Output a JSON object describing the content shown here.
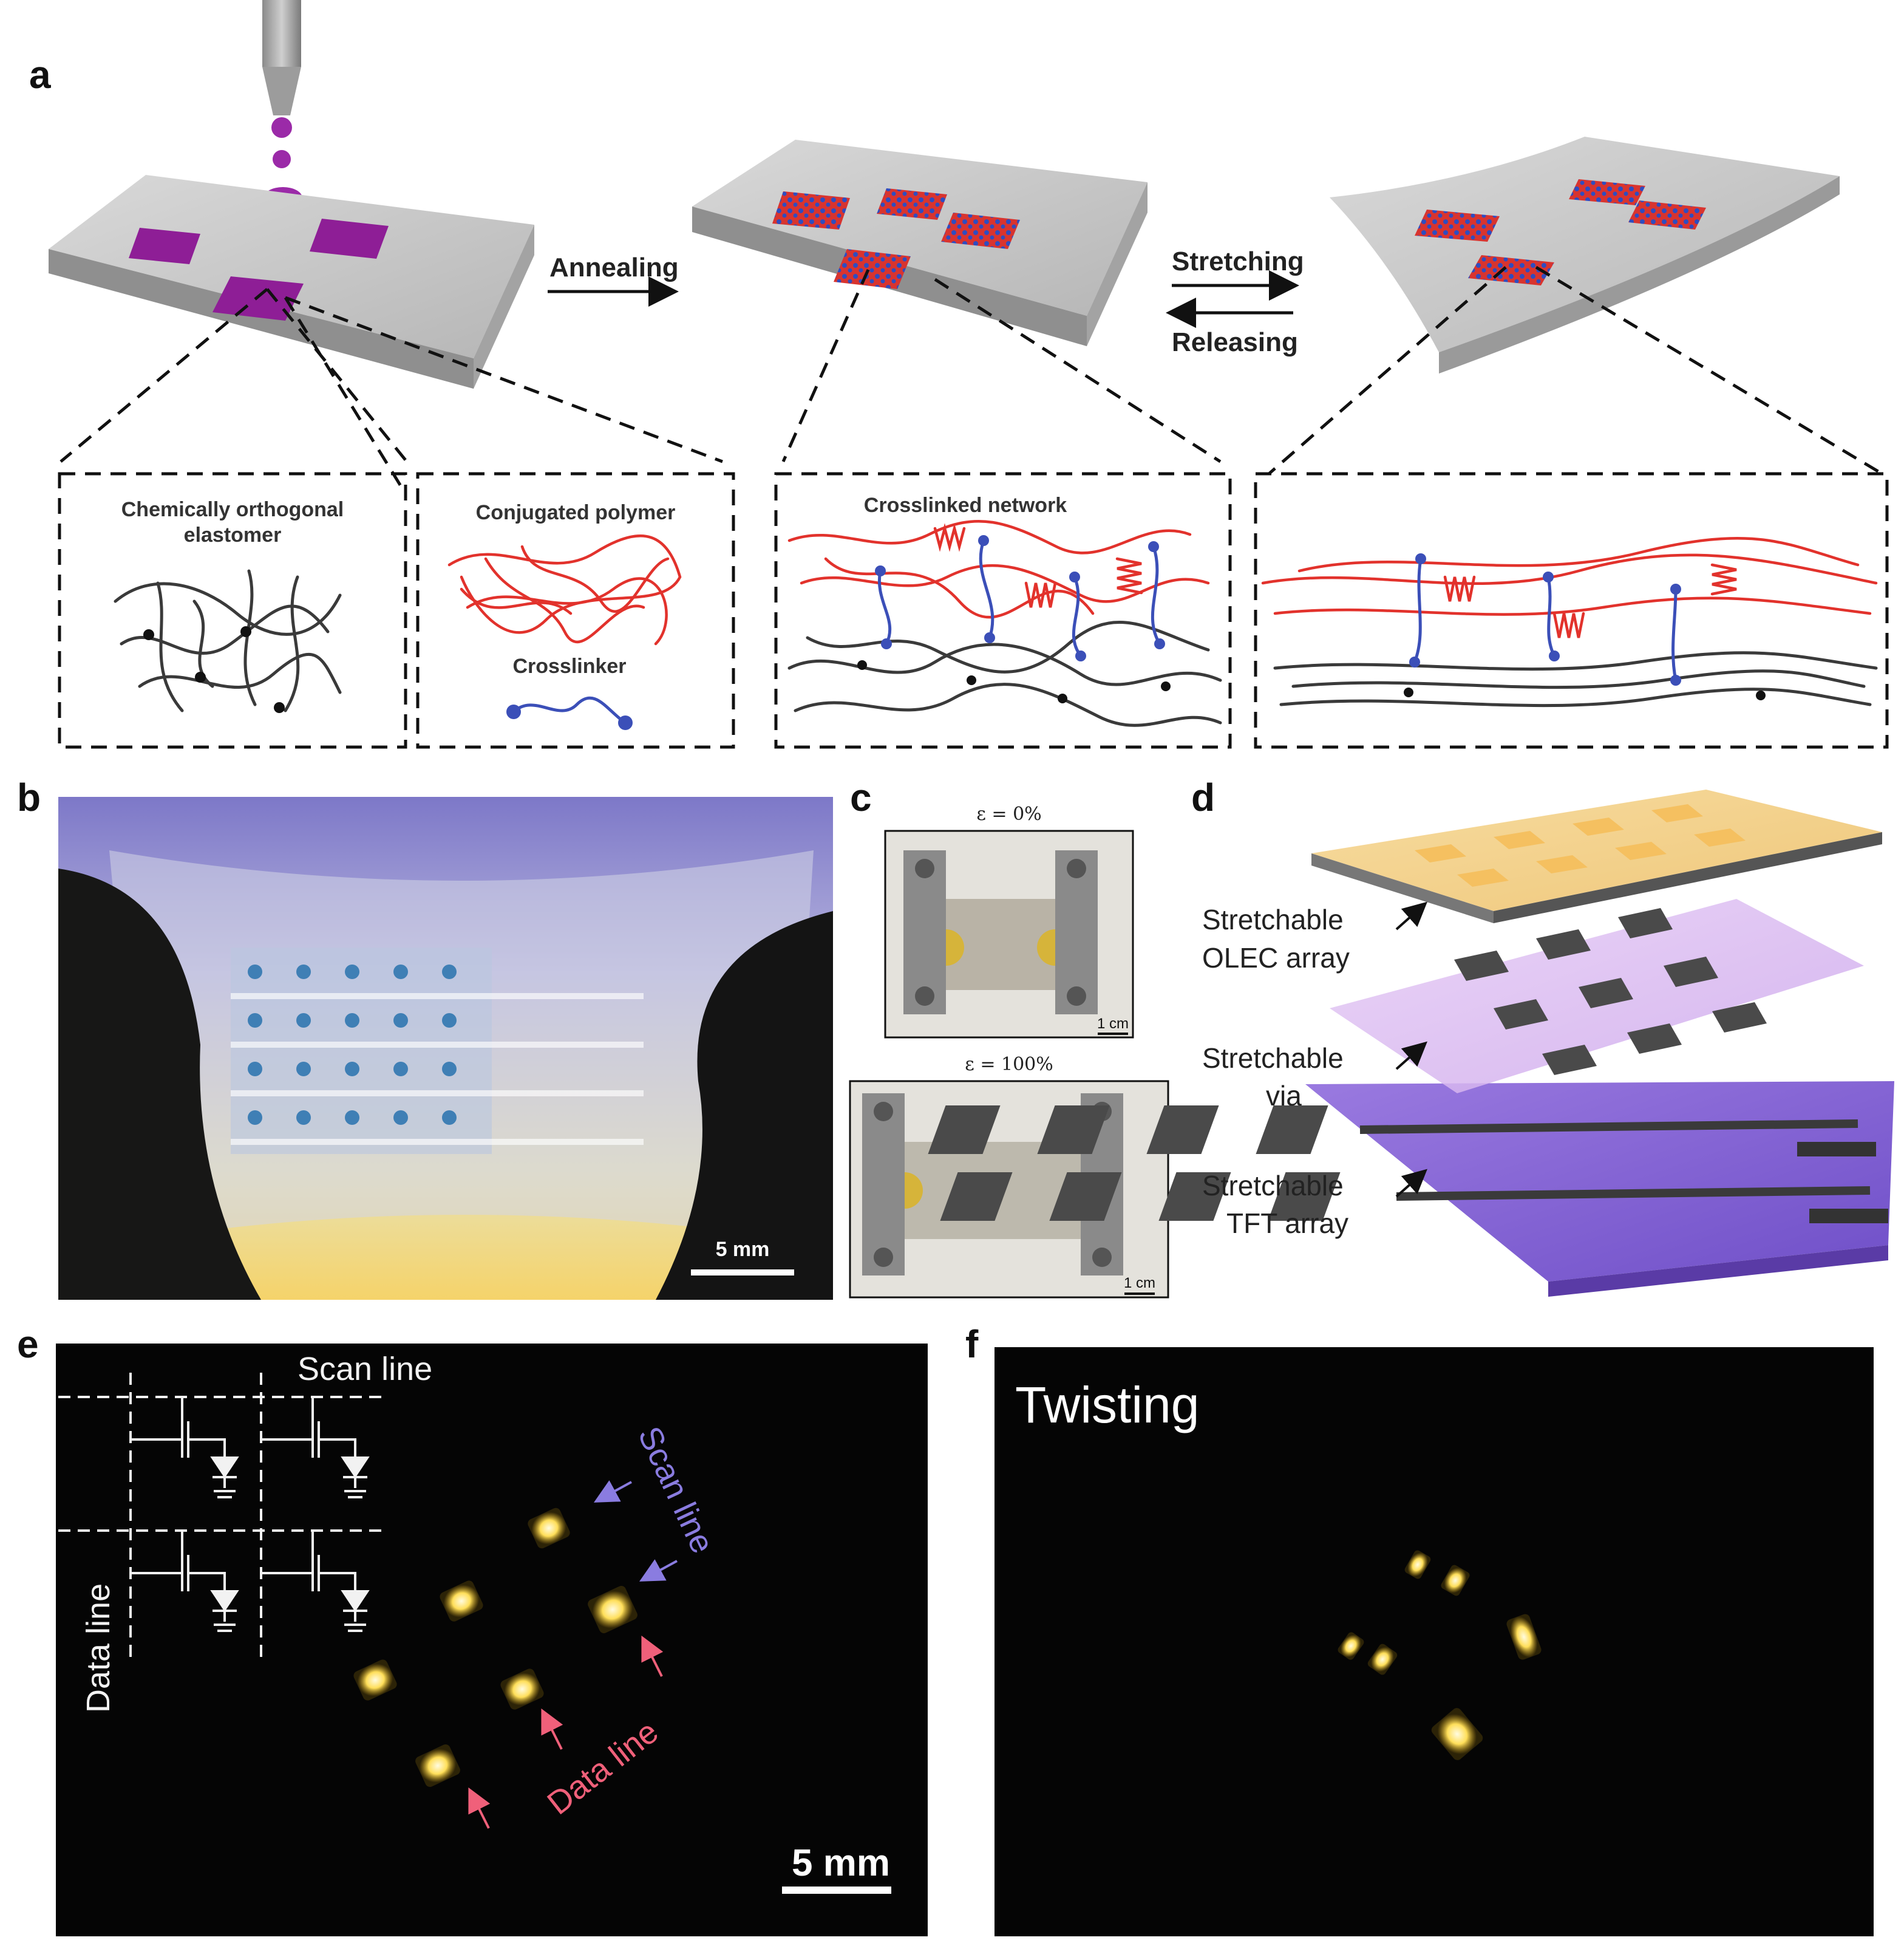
{
  "panels": {
    "a": "a",
    "b": "b",
    "c": "c",
    "d": "d",
    "e": "e",
    "f": "f"
  },
  "panel_a": {
    "arrow_annealing": "Annealing",
    "arrow_stretching": "Stretching",
    "arrow_releasing": "Releasing",
    "box1_line1": "Chemically orthogonal",
    "box1_line2": "elastomer",
    "box2_title": "Conjugated polymer",
    "box2_sub": "Crosslinker",
    "box3_title": "Crosslinked network"
  },
  "panel_b": {
    "scale_bar": "5 mm"
  },
  "panel_c": {
    "strain_top": "ε = 0%",
    "strain_bottom": "ε = 100%",
    "scale_top": "1 cm",
    "scale_bottom": "1 cm"
  },
  "panel_d": {
    "layer1_line1": "Stretchable",
    "layer1_line2": "OLEC array",
    "layer2_line1": "Stretchable",
    "layer2_line2": "via",
    "layer3_line1": "Stretchable",
    "layer3_line2": "TFT array"
  },
  "panel_e": {
    "scan_line_top": "Scan line",
    "data_line_left": "Data line",
    "scan_line_annot": "Scan line",
    "data_line_annot": "Data line",
    "scale_bar": "5 mm"
  },
  "panel_f": {
    "title": "Twisting"
  },
  "colors": {
    "substrate": "#bdbdbd",
    "pad_purple": "#8e1e96",
    "conjugated_red": "#e2322c",
    "crosslinker_blue": "#3b4fb8",
    "elastomer_black": "#3a3a3a",
    "olec_yellow": "#f6d38a",
    "tft_purple": "#7e5bd2",
    "emission_yellow": "#ffd84a"
  }
}
